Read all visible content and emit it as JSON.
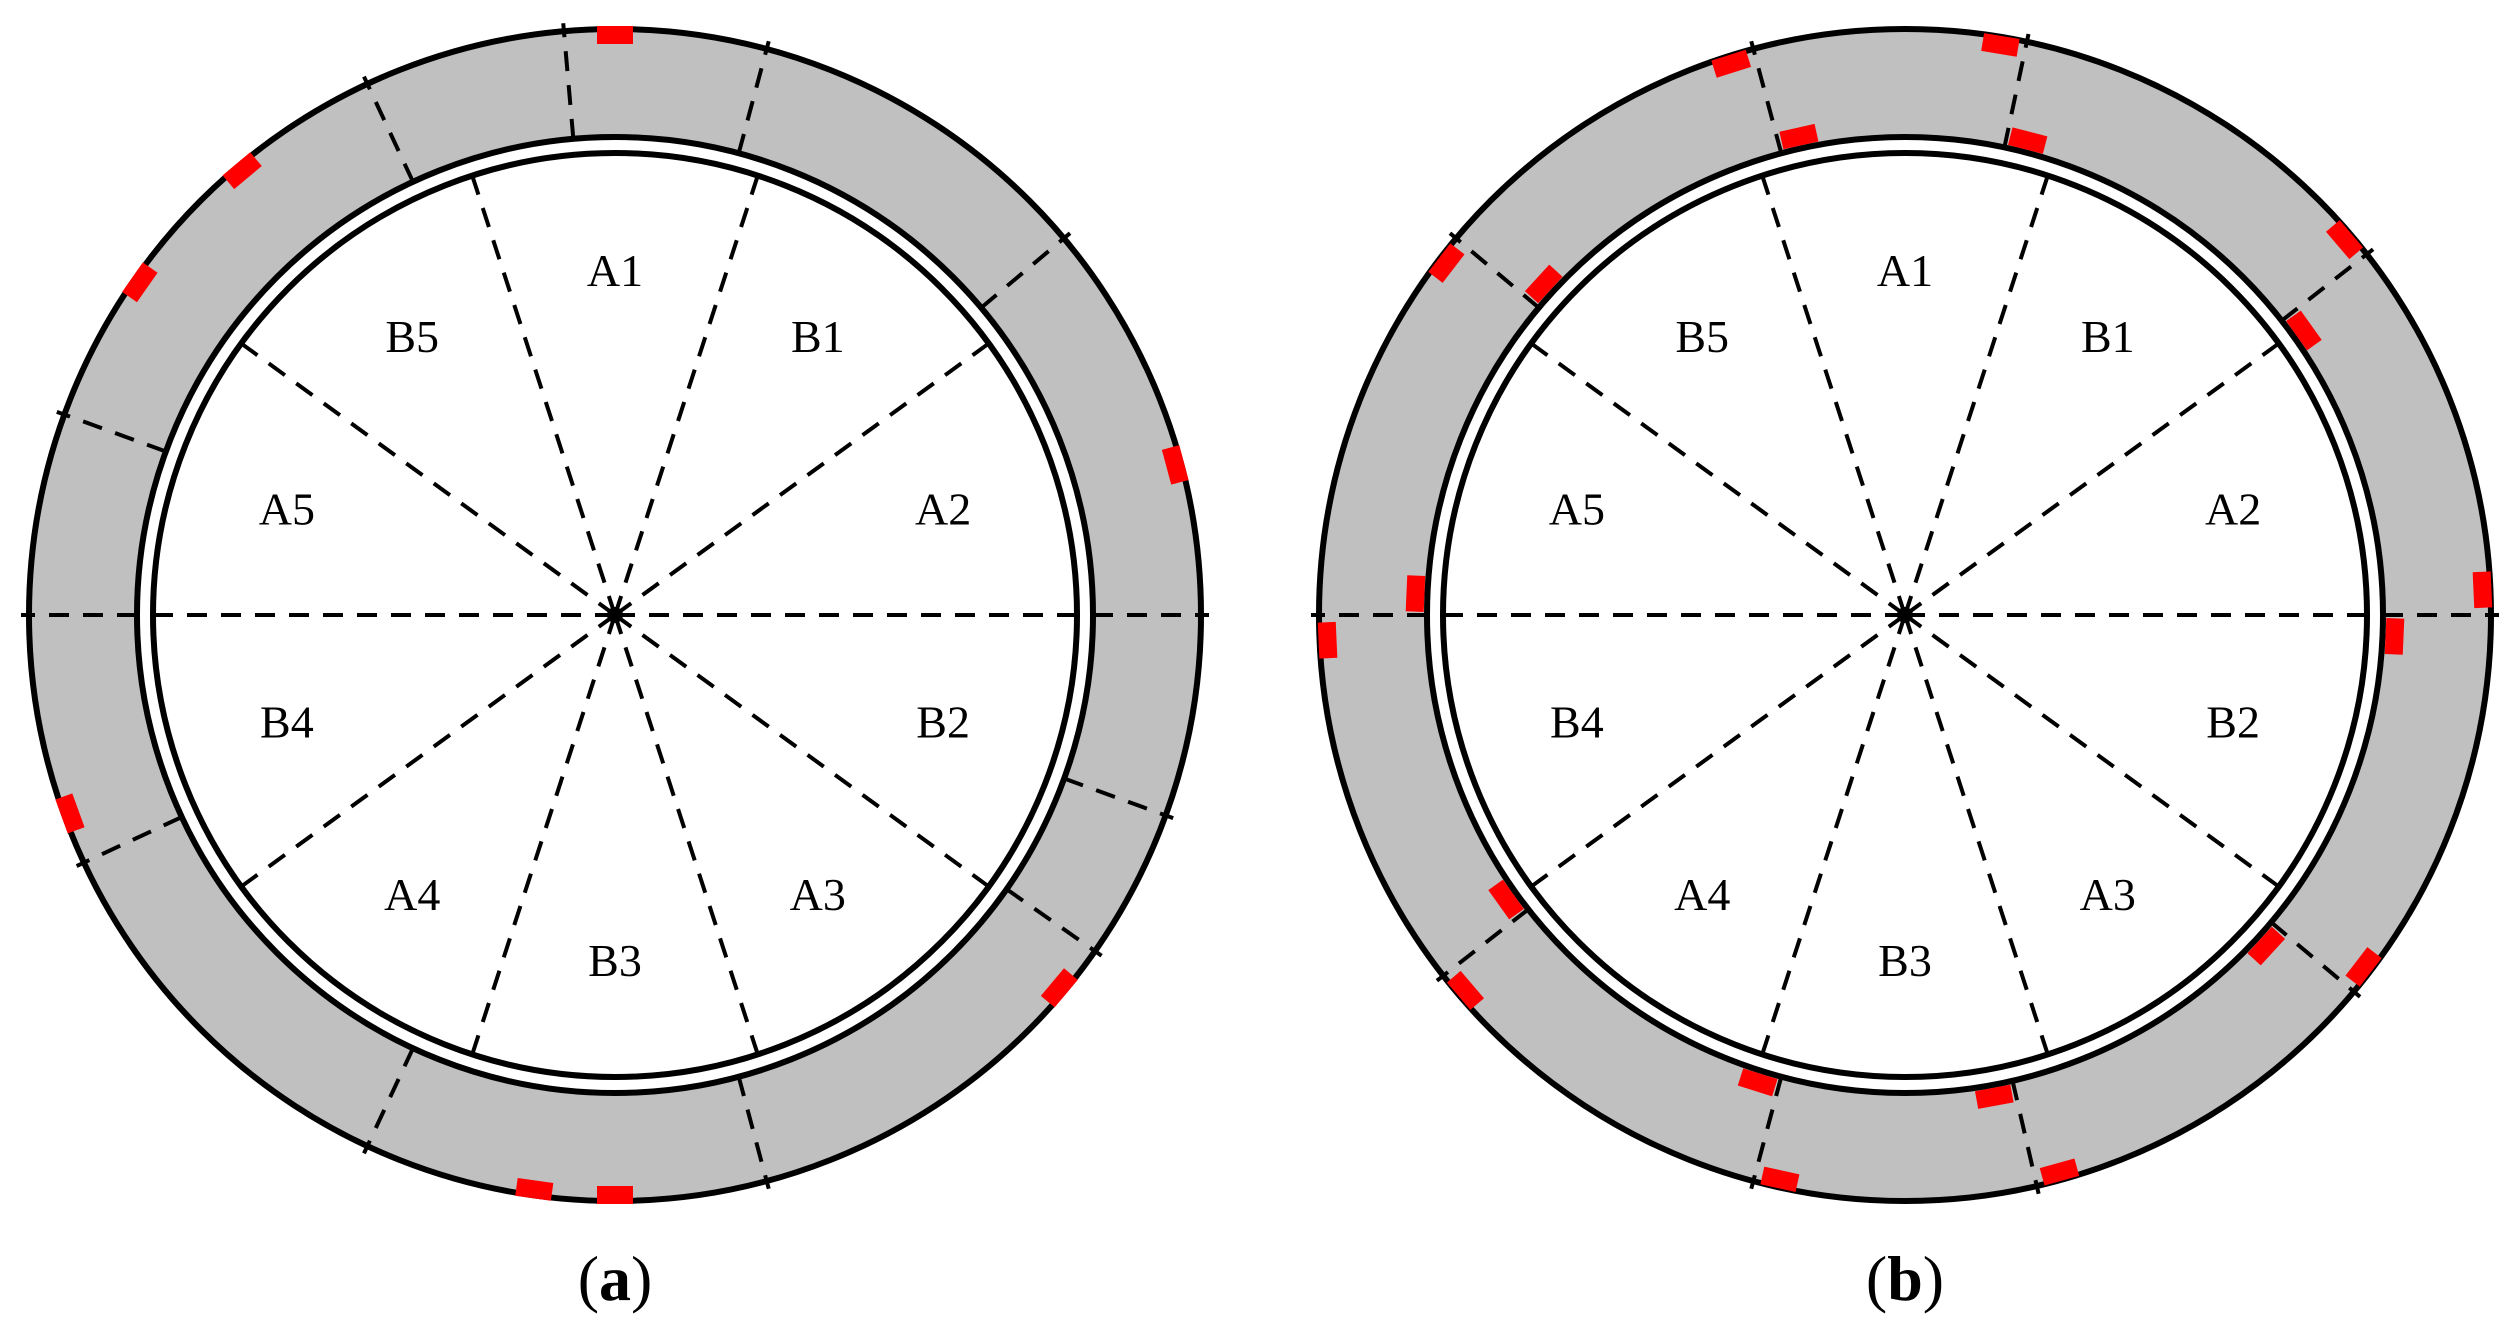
{
  "colors": {
    "segment_fill": "#c0c0c0",
    "marker": "#ff0000",
    "line": "#000000",
    "background": "#ffffff"
  },
  "diagrams": [
    {
      "id": "a",
      "caption": {
        "open": "(",
        "letter": "a",
        "close": ")"
      },
      "sectors": [
        "A1",
        "B1",
        "A2",
        "B2",
        "A3",
        "B3",
        "A4",
        "B4",
        "A5",
        "B5"
      ],
      "segment_joint_angles_deg": [
        95,
        115,
        160,
        180,
        205,
        245,
        285,
        325,
        340,
        0,
        40,
        75
      ],
      "marker_angles_deg": [
        90,
        130,
        200,
        262,
        320,
        15,
        145,
        270
      ],
      "marker_count": 8
    },
    {
      "id": "b",
      "caption": {
        "open": "(",
        "letter": "b",
        "close": ")"
      },
      "sectors": [
        "A1",
        "B1",
        "A2",
        "B2",
        "A3",
        "B3",
        "A4",
        "B4",
        "A5",
        "B5"
      ],
      "segment_joint_angles_deg": [
        78,
        105,
        140,
        180,
        218,
        255,
        283,
        320,
        0,
        38
      ],
      "marker_angles_deg": [
        78,
        105,
        140,
        180,
        218,
        255,
        283,
        320,
        0,
        38
      ],
      "marker_count": 20
    }
  ]
}
